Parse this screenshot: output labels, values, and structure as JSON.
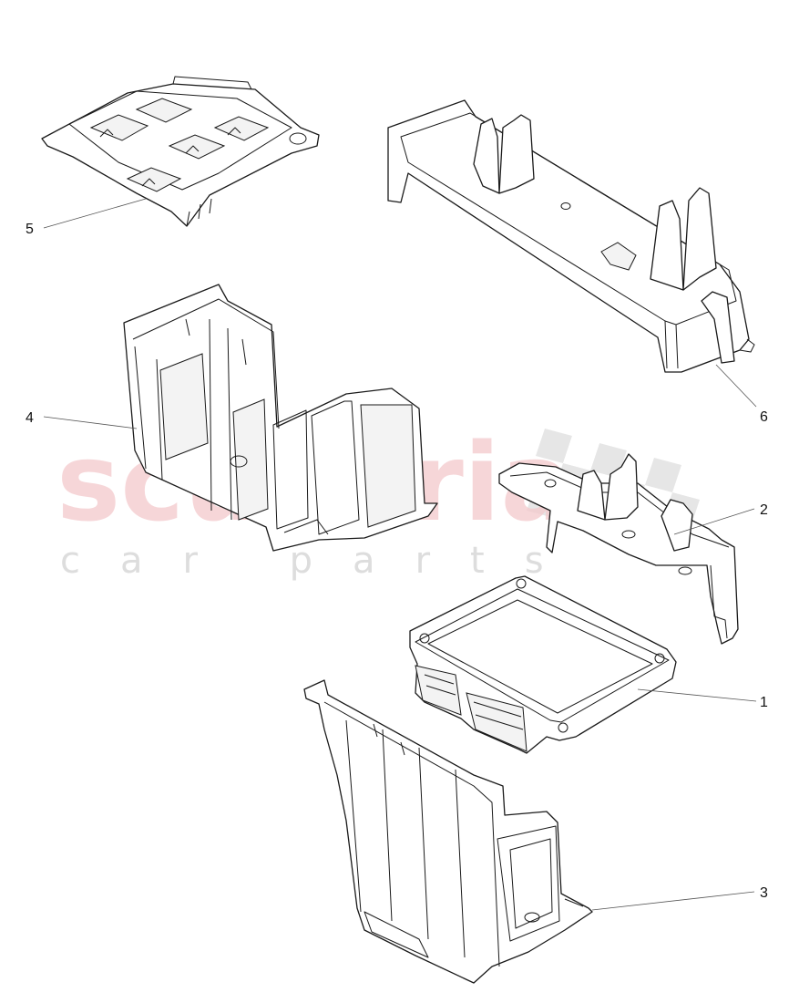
{
  "watermark": {
    "brand": "scuderia",
    "tagline": "car parts"
  },
  "callouts": [
    {
      "id": "1",
      "label": "1"
    },
    {
      "id": "2",
      "label": "2"
    },
    {
      "id": "3",
      "label": "3"
    },
    {
      "id": "4",
      "label": "4"
    },
    {
      "id": "5",
      "label": "5"
    },
    {
      "id": "6",
      "label": "6"
    }
  ],
  "colors": {
    "line": "#1a1a1a",
    "watermark_brand": "#f4c9cc",
    "watermark_tagline": "#dddddd"
  }
}
